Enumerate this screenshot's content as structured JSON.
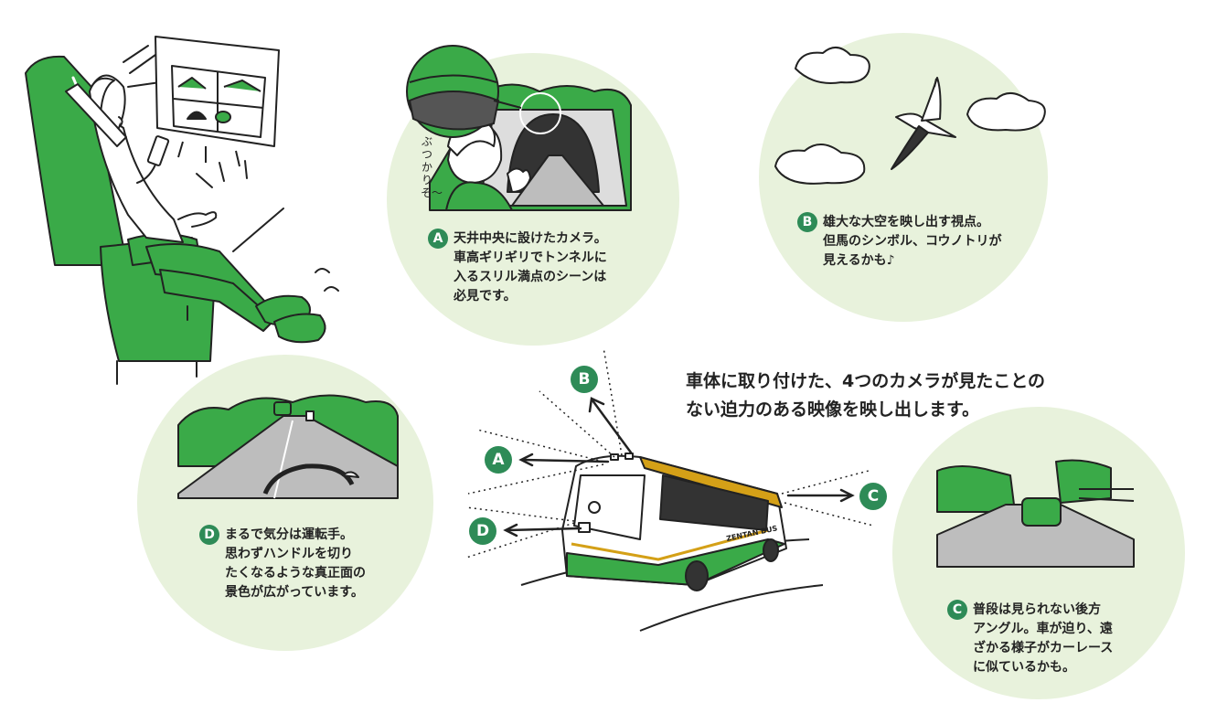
{
  "headline": {
    "line1": "車体に取り付けた、4つのカメラが見たことの",
    "line2": "ない迫力のある映像を映し出します。"
  },
  "exclamation": "ぶつかりそ〜",
  "bus_label": "ZENTAN BUS",
  "cameras": [
    {
      "id": "A",
      "lines": [
        "天井中央に設けたカメラ。",
        "車高ギリギリでトンネルに",
        "入るスリル満点のシーンは",
        "必見です。"
      ]
    },
    {
      "id": "B",
      "lines": [
        "雄大な大空を映し出す視点。",
        "但馬のシンボル、コウノトリが",
        "見えるかも♪"
      ]
    },
    {
      "id": "C",
      "lines": [
        "普段は見られない後方",
        "アングル。車が迫り、遠",
        "ざかる様子がカーレース",
        "に似ているかも。"
      ]
    },
    {
      "id": "D",
      "lines": [
        "まるで気分は運転手。",
        "思わずハンドルを切り",
        "たくなるような真正面の",
        "景色が広がっています。"
      ]
    }
  ],
  "colors": {
    "accent_green": "#2e8b57",
    "bright_green": "#3aaa48",
    "circle_fill": "#e8f2dc",
    "road_gray": "#bdbdbd"
  }
}
